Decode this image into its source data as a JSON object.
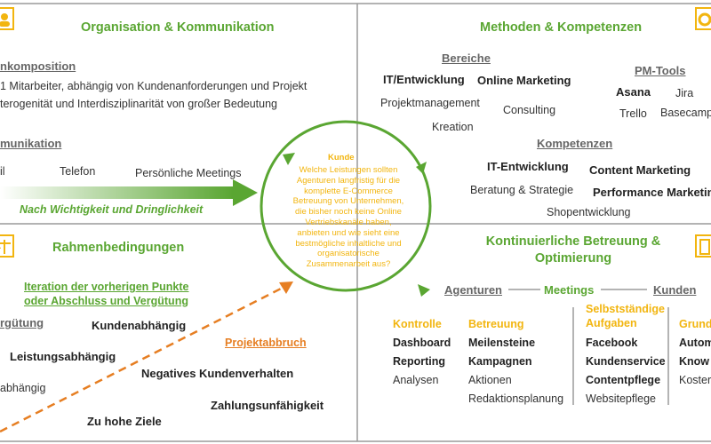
{
  "quadrants": {
    "top_left": {
      "title": "Organisation & Kommunikation",
      "teamkomposition": {
        "heading": "nkomposition",
        "line1": "1 Mitarbeiter, abhängig von Kundenanforderungen und Projekt",
        "line2": "terogenität und Interdisziplinarität von großer Bedeutung"
      },
      "kommunikation": {
        "heading": "munikation",
        "items": [
          "il",
          "Telefon",
          "Persönliche Meetings"
        ],
        "arrow_label": "Nach Wichtigkeit und Dringlichkeit"
      }
    },
    "top_right": {
      "title": "Methoden & Kompetenzen",
      "bereiche": {
        "heading": "Bereiche",
        "bold": [
          "IT/Entwicklung",
          "Online Marketing"
        ],
        "normal": [
          "Projektmanagement",
          "Consulting",
          "Kreation"
        ]
      },
      "pm_tools": {
        "heading": "PM-Tools",
        "items": [
          "Asana",
          "Jira",
          "Trello",
          "Basecamp"
        ]
      },
      "kompetenzen": {
        "heading": "Kompetenzen",
        "items": [
          "IT-Entwicklung",
          "Content Marketing",
          "Beratung & Strategie",
          "Performance Marketing",
          "Shopentwicklung"
        ]
      }
    },
    "bottom_left": {
      "title": "Rahmenbedingungen",
      "iteration": "Iteration der vorherigen Punkte\noder Abschluss und Vergütung",
      "verguetung_heading": "rgütung",
      "items": [
        "Kundenabhängig",
        "Leistungsabhängig",
        "abhängig"
      ],
      "projektabbruch": {
        "heading": "Projektabbruch",
        "items": [
          "Negatives Kundenverhalten",
          "Zahlungsunfähigkeit",
          "Zu hohe Ziele"
        ]
      }
    },
    "bottom_right": {
      "title": "Kontinuierliche Betreuung &\nOptimierung",
      "flow": [
        "Agenturen",
        "Meetings",
        "Kunden"
      ],
      "columns": [
        {
          "heading": "Kontrolle",
          "items": [
            "Dashboard",
            "Reporting",
            "Analysen"
          ]
        },
        {
          "heading": "Betreuung",
          "items": [
            "Meilensteine",
            "Kampagnen",
            "Aktionen",
            "Redaktionsplanung"
          ]
        },
        {
          "heading": "Selbstständige\nAufgaben",
          "items": [
            "Facebook",
            "Kundenservice",
            "Contentpflege",
            "Websitepflege"
          ]
        },
        {
          "heading": "Grund",
          "items": [
            "Autom",
            "Know",
            "Koster"
          ]
        }
      ]
    }
  },
  "center": {
    "title": "Kunde",
    "text": "Welche Leistungen sollten\nAgenturen langfristig für die\nkomplette E-Commerce\nBetreuung von Unternehmen,\ndie bisher noch keine Online\nVertriebskanäle haben,\nanbieten und wie sieht eine\nbestmögliche inhaltliche und\norganisatorische\nZusammenarbeit aus?"
  },
  "colors": {
    "green": "#5aa632",
    "orange": "#e67e22",
    "gold": "#f2b50f",
    "divider": "#9a9a9a"
  }
}
